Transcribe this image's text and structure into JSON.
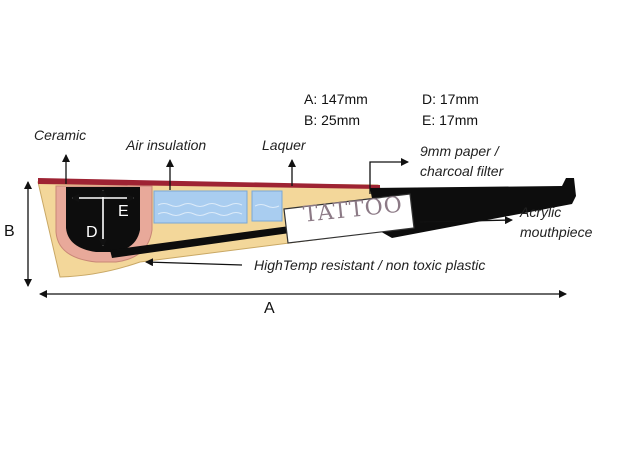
{
  "specs": {
    "a": "A: 147mm",
    "b": "B:   25mm",
    "d": "D: 17mm",
    "e": "E: 17mm"
  },
  "labels": {
    "ceramic": "Ceramic",
    "air_insulation": "Air insulation",
    "laquer": "Laquer",
    "filter_line1": "9mm paper /",
    "filter_line2": "charcoal filter",
    "acrylic_line1": "Acrylic",
    "acrylic_line2": "mouthpiece",
    "plastic": "HighTemp resistant / non toxic plastic"
  },
  "dimensions": {
    "a": "A",
    "b": "B",
    "d": "D",
    "e": "E"
  },
  "filter_brand": "TATTOO",
  "colors": {
    "body_wood": "#f3d79a",
    "ceramic_lining": "#e8a99a",
    "bowl_cavity": "#0d0d0d",
    "laquer_top": "#9e2333",
    "air_insulation": "#a9cdf0",
    "stem": "#0d0d0d",
    "filter": "#ffffff"
  }
}
